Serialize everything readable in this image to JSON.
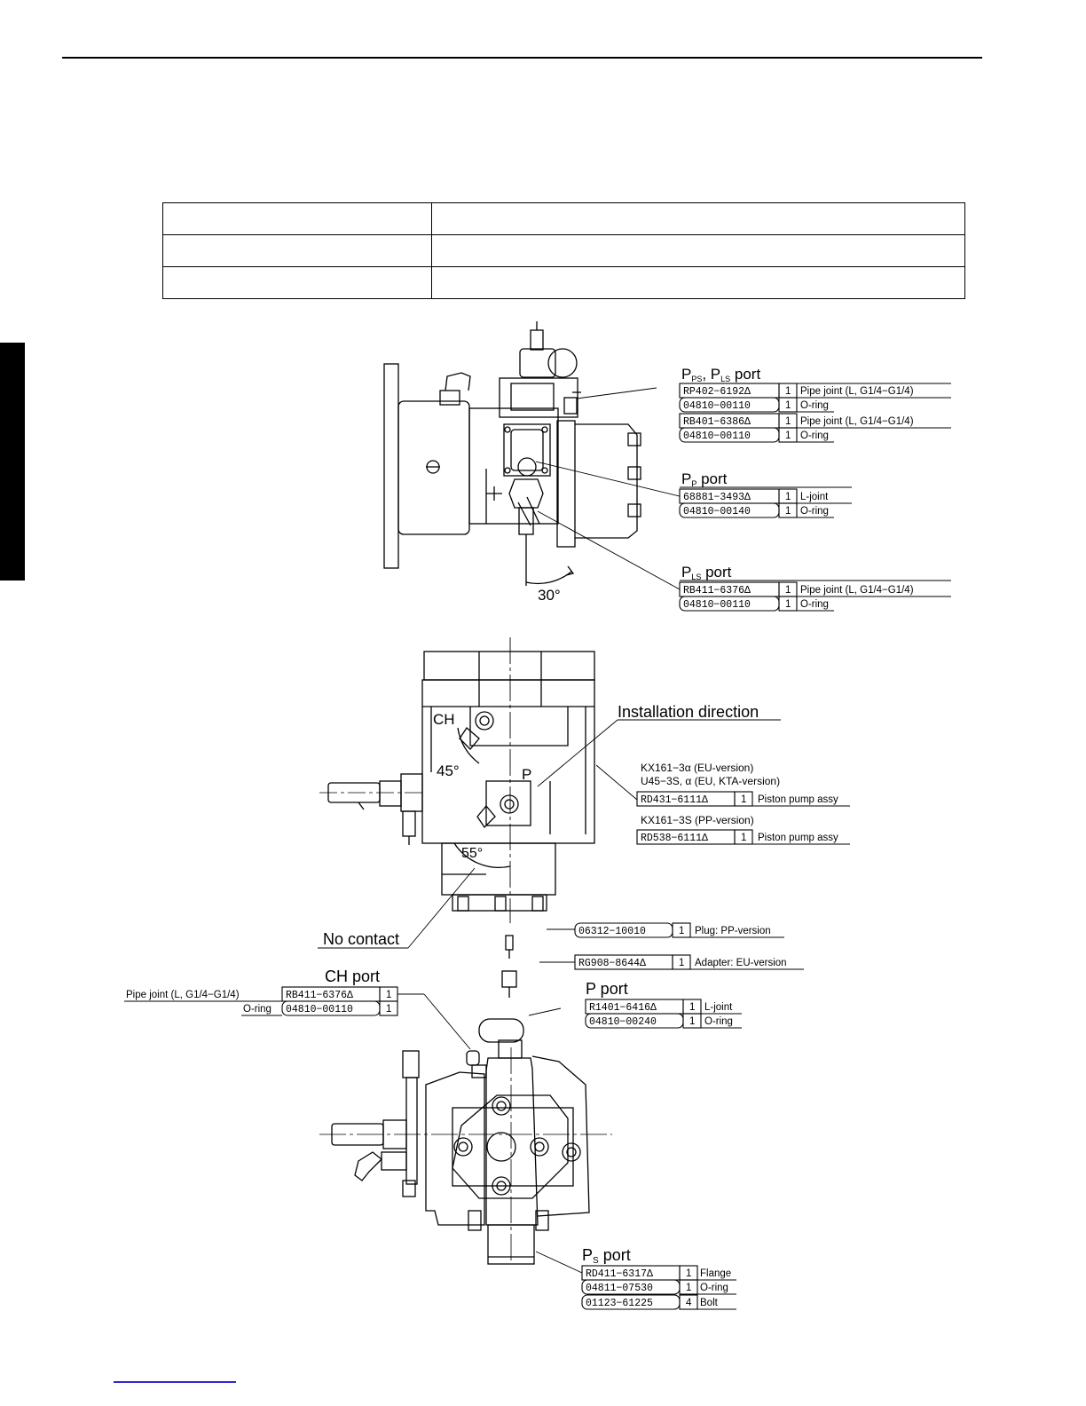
{
  "table": {
    "rows": [
      [
        "",
        ""
      ],
      [
        "",
        ""
      ],
      [
        "",
        ""
      ]
    ]
  },
  "top_view": {
    "ports": {
      "pps_pls_label": "P",
      "pps_sub": "PS",
      "pls_sub": "LS",
      "pps_pls_suffix": " port",
      "pp_label": "P",
      "pp_sub": "P",
      "pp_suffix": " port",
      "pls_label": "P",
      "pls_sub2": "LS",
      "pls_suffix": " port"
    },
    "angle": "30°",
    "parts": [
      {
        "num": "RP402−6192Δ",
        "qty": "1",
        "desc": "Pipe joint (L, G1/4−G1/4)"
      },
      {
        "num": "04810−00110",
        "qty": "1",
        "desc": "O-ring"
      },
      {
        "num": "RB401−6386Δ",
        "qty": "1",
        "desc": "Pipe joint (L, G1/4−G1/4)"
      },
      {
        "num": "04810−00110",
        "qty": "1",
        "desc": "O-ring"
      },
      {
        "num": "68881−3493Δ",
        "qty": "1",
        "desc": "L-joint"
      },
      {
        "num": "04810−00140",
        "qty": "1",
        "desc": "O-ring"
      },
      {
        "num": "RB411−6376Δ",
        "qty": "1",
        "desc": "Pipe joint (L, G1/4−G1/4)"
      },
      {
        "num": "04810−00110",
        "qty": "1",
        "desc": "O-ring"
      }
    ]
  },
  "middle_view": {
    "install_label": "Installation direction",
    "ch_label": "CH",
    "p_label": "P",
    "angle45": "45°",
    "angle55": "55°",
    "no_contact": "No contact",
    "model_eu": "KX161−3α (EU-version)",
    "model_kta": "U45−3S, α (EU, KTA-version)",
    "model_pp": "KX161−3S (PP-version)",
    "parts": [
      {
        "num": "RD431−6111Δ",
        "qty": "1",
        "desc": "Piston pump assy"
      },
      {
        "num": "RD538−6111Δ",
        "qty": "1",
        "desc": "Piston pump assy"
      }
    ]
  },
  "bottom_view": {
    "ch_port": "CH port",
    "p_port": "P port",
    "ps_label": "P",
    "ps_sub": "S",
    "ps_suffix": "  port",
    "ch_parts": [
      {
        "desc": "Pipe joint (L, G1/4−G1/4)",
        "num": "RB411−6376Δ",
        "qty": "1"
      },
      {
        "desc": "O-ring",
        "num": "04810−00110",
        "qty": "1"
      }
    ],
    "plug": {
      "num": "06312−10010",
      "qty": "1",
      "desc": "Plug: PP-version"
    },
    "adapter": {
      "num": "RG908−8644Δ",
      "qty": "1",
      "desc": "Adapter: EU-version"
    },
    "p_parts": [
      {
        "num": "R1401−6416Δ",
        "qty": "1",
        "desc": "L-joint"
      },
      {
        "num": "04810−00240",
        "qty": "1",
        "desc": "O-ring"
      }
    ],
    "ps_parts": [
      {
        "num": "RD411−6317Δ",
        "qty": "1",
        "desc": "Flange"
      },
      {
        "num": "04811−07530",
        "qty": "1",
        "desc": "O-ring"
      },
      {
        "num": "01123−61225",
        "qty": "4",
        "desc": "Bolt"
      }
    ]
  }
}
